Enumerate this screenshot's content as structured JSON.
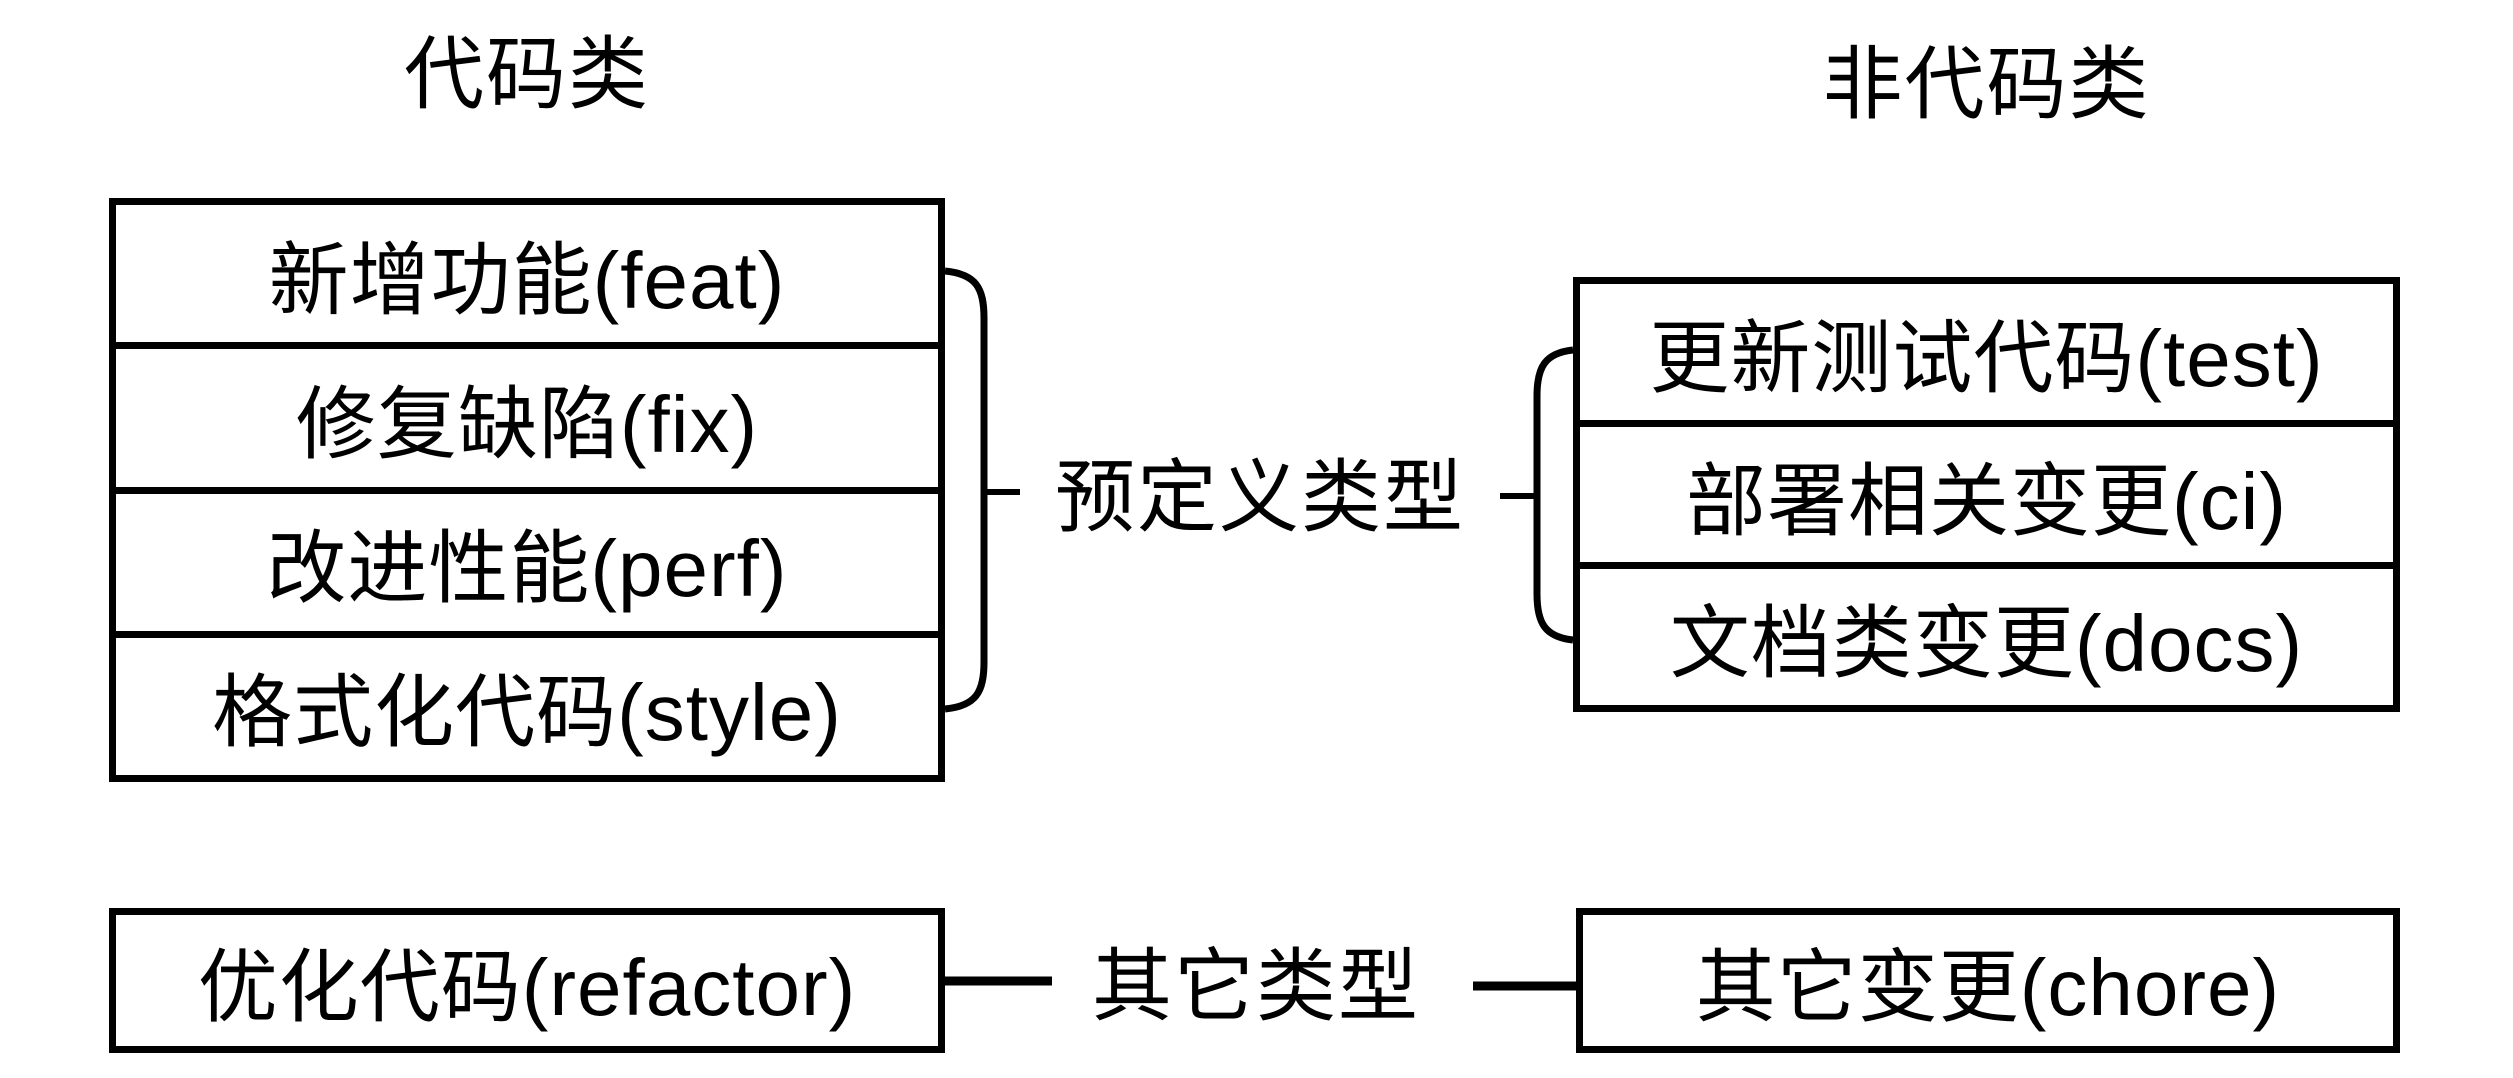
{
  "diagram": {
    "column_titles": {
      "code": "代码类",
      "noncode": "非代码类"
    },
    "groups": [
      {
        "label": "预定义类型",
        "code_items": [
          "新增功能(feat)",
          "修复缺陷(fix)",
          "改进性能(perf)",
          "格式化代码(style)"
        ],
        "noncode_items": [
          "更新测试代码(test)",
          "部署相关变更(ci)",
          "文档类变更(docs)"
        ]
      },
      {
        "label": "其它类型",
        "code_items": [
          "优化代码(refactor)"
        ],
        "noncode_items": [
          "其它变更(chore)"
        ]
      }
    ],
    "colors": {
      "stroke": "#000000",
      "background": "#ffffff"
    }
  }
}
